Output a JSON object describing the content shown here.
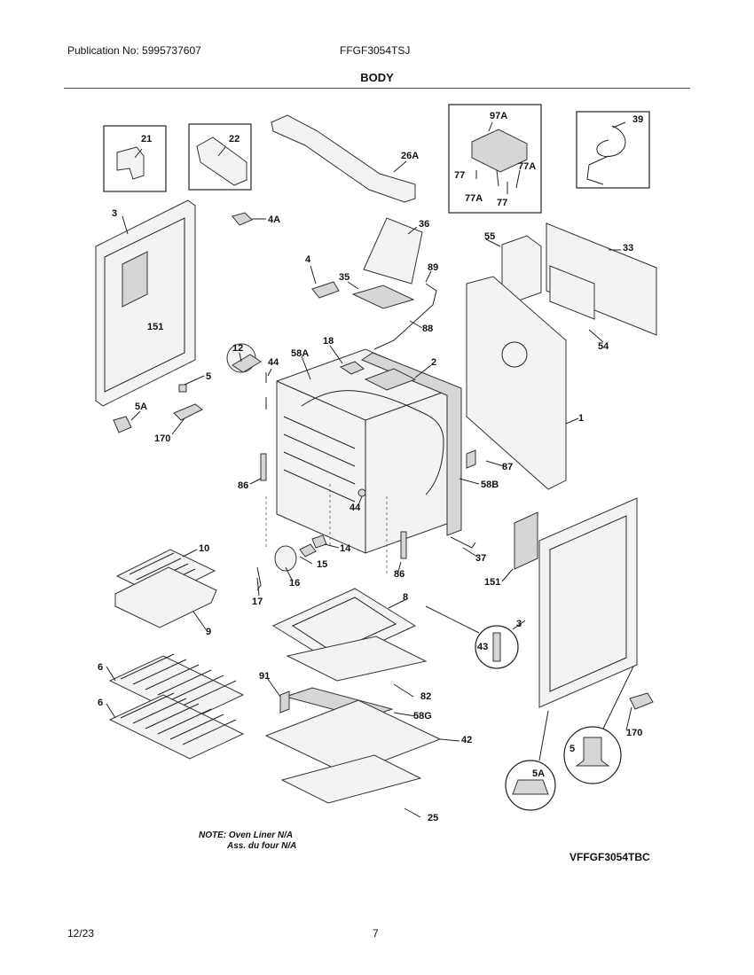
{
  "header": {
    "publication": "Publication No: 5995737607",
    "model": "FFGF3054TSJ",
    "section_title": "BODY"
  },
  "parts": {
    "p21": "21",
    "p22": "22",
    "p26A": "26A",
    "p97A": "97A",
    "p39": "39",
    "p77a": "77",
    "p77A_a": "77A",
    "p77A_b": "77A",
    "p77b": "77",
    "p3_left": "3",
    "p4A": "4A",
    "p151_left": "151",
    "p36": "36",
    "p55": "55",
    "p33": "33",
    "p4": "4",
    "p35": "35",
    "p89": "89",
    "p88": "88",
    "p54": "54",
    "p12": "12",
    "p44_top": "44",
    "p58A": "58A",
    "p18": "18",
    "p2": "2",
    "p5_left": "5",
    "p5A_left": "5A",
    "p170_left": "170",
    "p1": "1",
    "p87": "87",
    "p58B": "58B",
    "p86_left": "86",
    "p44_bottom": "44",
    "p10": "10",
    "p14": "14",
    "p15": "15",
    "p16": "16",
    "p86_right": "86",
    "p37": "37",
    "p151_right": "151",
    "p17": "17",
    "p9": "9",
    "p8": "8",
    "p43": "43",
    "p3_right": "3",
    "p6_top": "6",
    "p6_bottom": "6",
    "p91": "91",
    "p82": "82",
    "p58G": "58G",
    "p42": "42",
    "p170_right": "170",
    "p5_right": "5",
    "p5A_right": "5A",
    "p25": "25"
  },
  "note": {
    "line1": "NOTE: Oven Liner N/A",
    "line2": "Ass. du four N/A"
  },
  "diagram_code": "VFFGF3054TBC",
  "footer": {
    "date": "12/23",
    "page_number": "7"
  }
}
